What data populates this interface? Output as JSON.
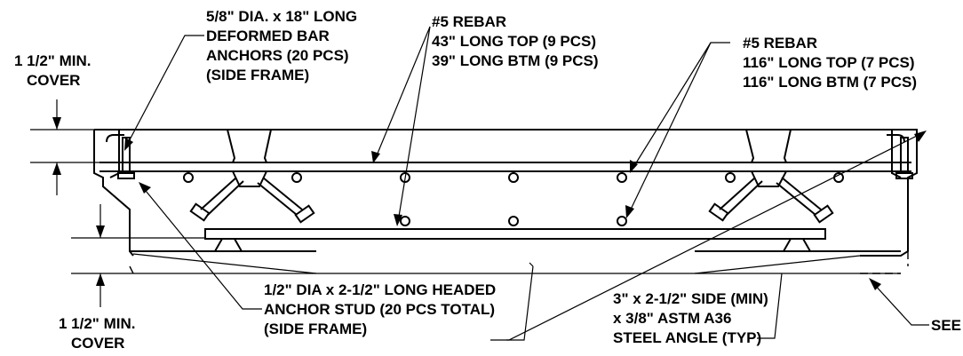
{
  "labels": {
    "deformed_bar": [
      "5/8\" DIA. x 18\" LONG",
      "DEFORMED BAR",
      "ANCHORS (20 PCS)",
      "(SIDE FRAME)"
    ],
    "top_cover": [
      "1 1/2\" MIN.",
      "COVER"
    ],
    "rebar_short": [
      "#5 REBAR",
      "43\" LONG TOP (9 PCS)",
      "39\" LONG BTM (9 PCS)"
    ],
    "rebar_long": [
      "#5 REBAR",
      "116\" LONG TOP (7 PCS)",
      "116\" LONG BTM (7 PCS)"
    ],
    "anchor_stud": [
      "1/2\" DIA x 2-1/2\" LONG HEADED",
      "ANCHOR STUD (20 PCS TOTAL)",
      "(SIDE FRAME)"
    ],
    "bottom_cover": [
      "1 1/2\" MIN.",
      "COVER"
    ],
    "steel_angle": [
      "3\" x 2-1/2\" SIDE (MIN)",
      "x 3/8\" ASTM A36",
      "STEEL ANGLE (TYP)"
    ],
    "see": "SEE"
  }
}
